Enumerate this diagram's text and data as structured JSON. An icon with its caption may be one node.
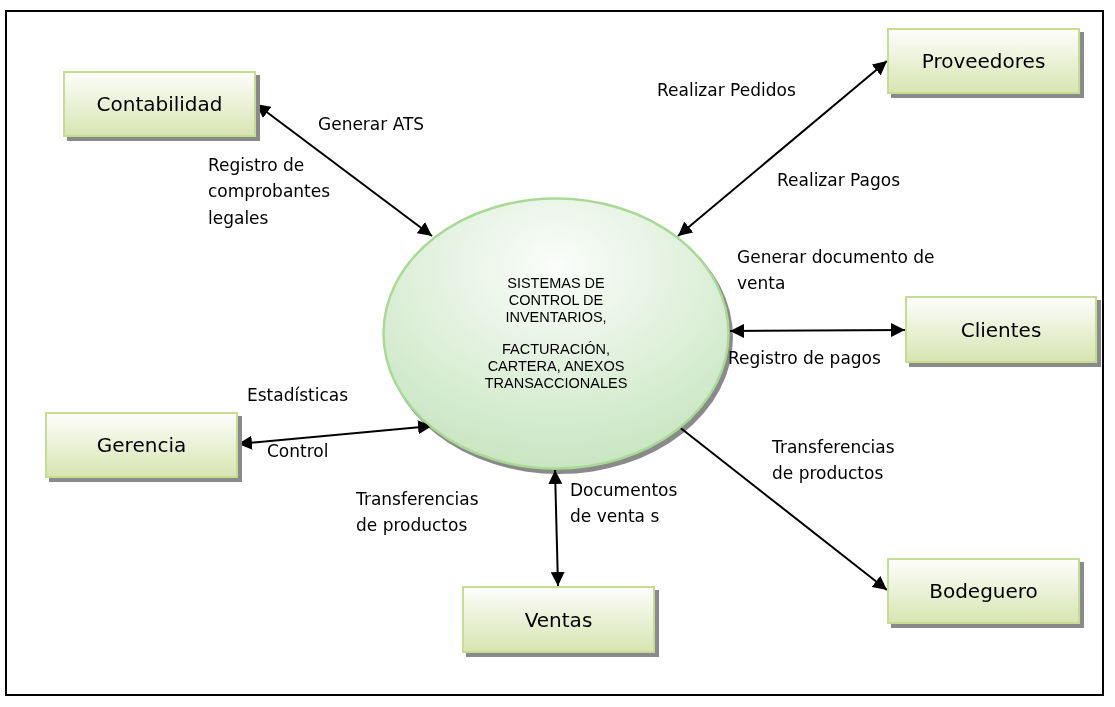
{
  "diagram": {
    "nodes": [
      {
        "text": [
          "Proveedores"
        ]
      },
      {
        "text": [
          "Contabilidad"
        ]
      },
      {
        "text": [
          "SISTEMAS DE CONTROL DE INVENTARIOS,",
          "FACTURACIÓN, CARTERA, ANEXOS TRANSACCIONALES"
        ]
      },
      {
        "text": [
          "Clientes"
        ]
      },
      {
        "text": [
          "Gerencia"
        ]
      },
      {
        "text": [
          "Bodeguero"
        ]
      },
      {
        "text": [
          "Ventas"
        ]
      }
    ],
    "edges": [
      {
        "from": 1,
        "to": 2,
        "arrow": "both",
        "label": "Generar ATS"
      },
      {
        "from": 2,
        "to": 0,
        "arrow": "both",
        "label": "Realizar Pedidos"
      },
      {
        "from": 2,
        "to": 3,
        "arrow": "both",
        "label": "Generar documento de venta"
      },
      {
        "from": 4,
        "to": 2,
        "arrow": "both",
        "label": "Estadísticas"
      },
      {
        "from": 2,
        "to": 6,
        "arrow": "both",
        "label": "Transferencias de productos"
      },
      {
        "from": 2,
        "to": 5,
        "arrow": "to",
        "label": "Transferencias de productos"
      }
    ],
    "labels": [
      "Registro de comprobantes legales",
      "Realizar Pagos",
      "Registro de pagos",
      "Control",
      "Documentos de venta s"
    ]
  }
}
